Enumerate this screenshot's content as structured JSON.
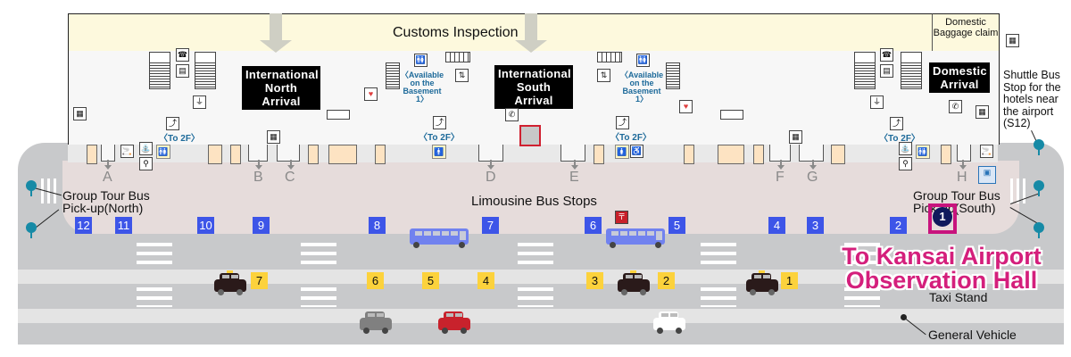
{
  "map": {
    "areas": {
      "customs": "Customs Inspection",
      "domestic_baggage": "Domestic Baggage claim",
      "international_north": "International North Arrival",
      "international_south": "International South Arrival",
      "domestic_arrival": "Domestic Arrival"
    },
    "notes": {
      "restroom_basement": "〈Available on the Basement 1〉",
      "escalator_to_2f": "〈To 2F〉"
    },
    "gates": [
      "A",
      "B",
      "C",
      "D",
      "E",
      "F",
      "G",
      "H"
    ],
    "labels": {
      "limousine_bus_stops": "Limousine Bus Stops",
      "group_tour_north": "Group Tour Bus Pick-up(North)",
      "group_tour_south": "Group Tour Bus Pick-up(South)",
      "shuttle_bus": "Shuttle Bus Stop for the hotels near the airport (S12)",
      "taxi_stand": "Taxi Stand",
      "general_vehicle": "General Vehicle"
    },
    "bus_stops": [
      "12",
      "11",
      "10",
      "9",
      "8",
      "7",
      "6",
      "5",
      "4",
      "3",
      "2",
      "1"
    ],
    "taxi_stops": [
      "7",
      "6",
      "5",
      "4",
      "3",
      "2",
      "1"
    ],
    "highlight": {
      "stop": "1",
      "text": "To Kansai Airport Observation Hall",
      "color": "#d41f7c"
    },
    "colors": {
      "bus_stop": "#3d55e8",
      "taxi_stop": "#fcd23c",
      "bus": "#7182ef",
      "pin": "#168aa6"
    }
  }
}
